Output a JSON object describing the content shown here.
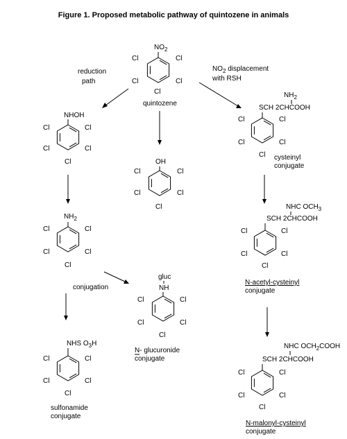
{
  "title": "Figure 1. Proposed metabolic pathway of quintozene in animals",
  "labels": {
    "cl": "Cl",
    "no2": "NO2",
    "nhoh": "NHOH",
    "oh": "OH",
    "nh2": "NH2",
    "sch2": "SCH 2CHCOOH",
    "nh2_side": "NH2",
    "nhc_och3": "NHC OCH3",
    "nhc_malonyl": "NHC OCH2COOH",
    "gluc": "gluc",
    "nh": "NH",
    "nhso3h": "NHS O3H"
  },
  "captions": {
    "quintozene": "quintozene",
    "reduction": [
      "reduction",
      "path"
    ],
    "no2_displacement": [
      "NO2 displacement",
      "with RSH"
    ],
    "cysteinyl": [
      "cysteinyl",
      "conjugate"
    ],
    "conjugation": "conjugation",
    "acetyl": [
      "N-acetyl-cysteinyl",
      "conjugate"
    ],
    "glucuronide": [
      "N- glucuronide",
      "conjugate"
    ],
    "malonyl": [
      "N-malonyl-cysteinyl",
      "conjugate"
    ],
    "sulfonamide": [
      "sulfonamide",
      "conjugate"
    ]
  }
}
